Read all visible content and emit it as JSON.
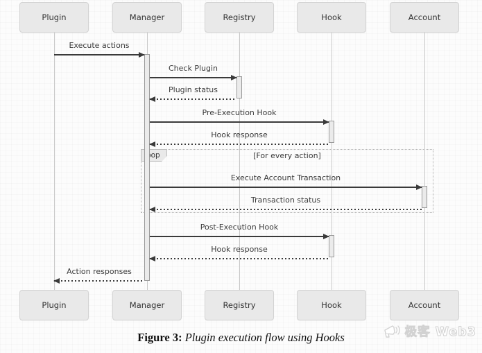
{
  "diagram": {
    "type": "sequence",
    "participants": [
      {
        "name": "Plugin"
      },
      {
        "name": "Manager"
      },
      {
        "name": "Registry"
      },
      {
        "name": "Hook"
      },
      {
        "name": "Account"
      }
    ],
    "messages": [
      {
        "label": "Execute actions",
        "from": "Plugin",
        "to": "Manager",
        "line": "solid"
      },
      {
        "label": "Check Plugin",
        "from": "Manager",
        "to": "Registry",
        "line": "solid"
      },
      {
        "label": "Plugin status",
        "from": "Registry",
        "to": "Manager",
        "line": "dashed"
      },
      {
        "label": "Pre-Execution Hook",
        "from": "Manager",
        "to": "Hook",
        "line": "solid"
      },
      {
        "label": "Hook response",
        "from": "Hook",
        "to": "Manager",
        "line": "dashed"
      },
      {
        "label": "Execute Account Transaction",
        "from": "Manager",
        "to": "Account",
        "line": "solid"
      },
      {
        "label": "Transaction status",
        "from": "Account",
        "to": "Manager",
        "line": "dashed"
      },
      {
        "label": "Post-Execution Hook",
        "from": "Manager",
        "to": "Hook",
        "line": "solid"
      },
      {
        "label": "Hook response",
        "from": "Hook",
        "to": "Manager",
        "line": "dashed"
      },
      {
        "label": "Action responses",
        "from": "Manager",
        "to": "Plugin",
        "line": "dashed"
      }
    ],
    "fragment": {
      "operator": "loop",
      "condition": "[For every action]"
    }
  },
  "caption": {
    "figure_label": "Figure 3:",
    "title": " Plugin execution flow using Hooks"
  },
  "watermark": {
    "icon": "megaphone-icon",
    "text": "极客 Web3"
  },
  "colors": {
    "participant_fill": "#e9e9e9",
    "participant_border": "#d3d3d3",
    "line": "#3a3a3a",
    "lifeline": "#c9c9c9",
    "activation_fill": "#ebebeb",
    "watermark": "#d2d2d2"
  }
}
